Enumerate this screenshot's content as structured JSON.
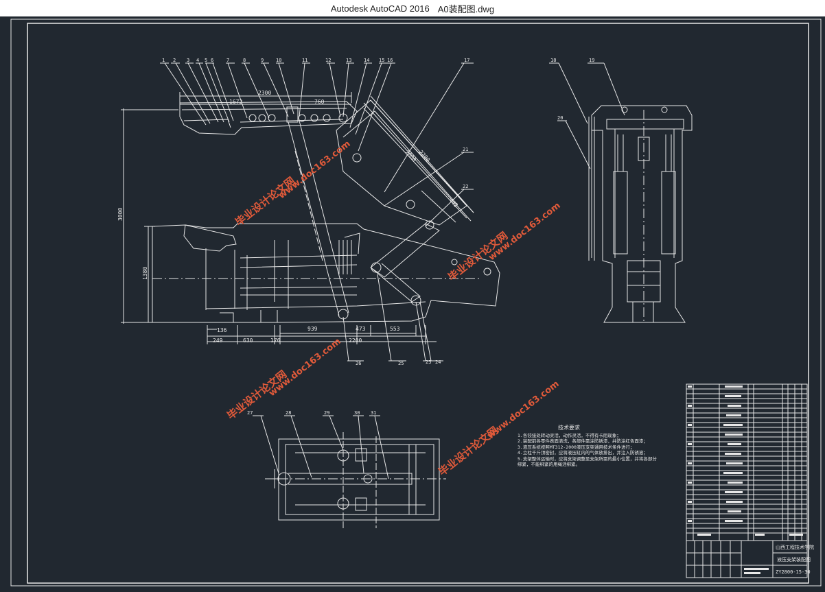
{
  "window": {
    "app_title": "Autodesk AutoCAD 2016",
    "document_name": "A0装配图.dwg"
  },
  "drawing": {
    "balloons_top": [
      "1",
      "2",
      "3",
      "4",
      "5",
      "6",
      "7",
      "8",
      "9",
      "10",
      "11",
      "12",
      "13",
      "14",
      "15",
      "16",
      "17"
    ],
    "balloons_side": [
      "18",
      "19",
      "20",
      "21",
      "22"
    ],
    "balloons_bottom": [
      "26",
      "25",
      "23",
      "24"
    ],
    "balloons_plan": [
      "27",
      "28",
      "29",
      "30",
      "31"
    ],
    "dimensions": {
      "d2300_top": "2300",
      "d1672": "1672",
      "d760": "760",
      "d3000": "3000",
      "d1380": "1380",
      "d2200_diag": "2200",
      "d2000_diag": "2000",
      "d442": "442",
      "d136": "136",
      "d249": "249",
      "d630": "630",
      "d176": "176",
      "d939": "939",
      "d473": "473",
      "d553": "553",
      "d2200_bottom": "2200"
    },
    "watermark": "毕业设计论文网",
    "watermark_url": "www.doc163.com"
  },
  "tech_requirements": {
    "title": "技术要求",
    "lines": [
      "1.各铰接处转动灵活，动作灵活，不得有卡阻现象；",
      "2.装配前各零件表面清洗，各部件需涂防锈漆，并防涂红色面漆；",
      "3.液压系统按照MT312-2000液压支架通用技术条件进行；",
      "4.立柱千斤顶密封，应将液压缸内的气体放排出，并注入防锈液；",
      "5.支架整体运输时，应将支架调整至支架所需的最小位置，并将各部分",
      "  绑紧，不能绑紧的用绳活绑紧。"
    ]
  },
  "title_block": {
    "school": "山西工程技术学院",
    "drawing_name": "液压支架装配图",
    "drawing_number": "ZY2800-15-30"
  },
  "colors": {
    "background": "#212830",
    "lines": "#e8e8e8",
    "watermark": "#e05a3a"
  }
}
